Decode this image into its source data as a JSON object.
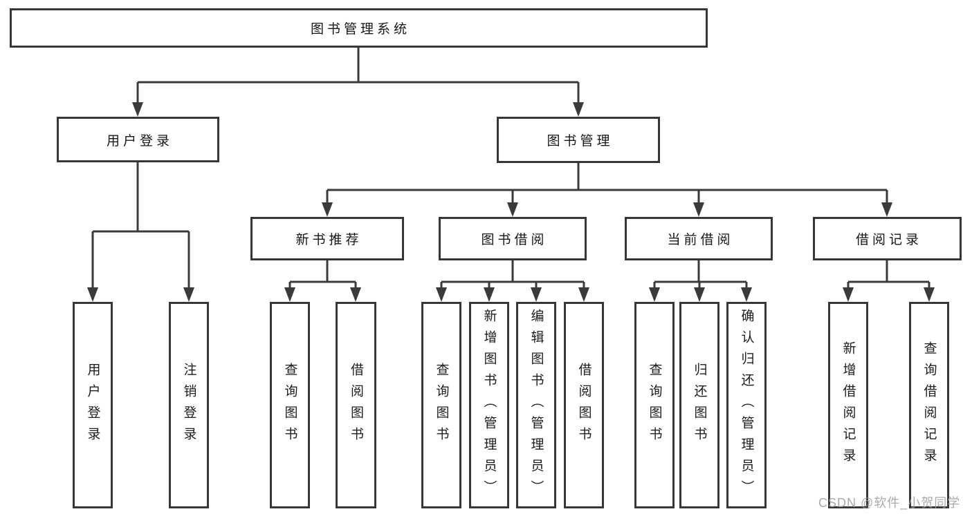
{
  "diagram": {
    "root": {
      "label": "图书管理系统"
    },
    "branches": [
      {
        "label": "用户登录",
        "children": [
          {
            "label": "用户登录"
          },
          {
            "label": "注销登录"
          }
        ]
      },
      {
        "label": "图书管理",
        "children": [
          {
            "label": "新书推荐",
            "children": [
              {
                "label": "查询图书"
              },
              {
                "label": "借阅图书"
              }
            ]
          },
          {
            "label": "图书借阅",
            "children": [
              {
                "label": "查询图书"
              },
              {
                "label": "新增图书（管理员）"
              },
              {
                "label": "编辑图书（管理员）"
              },
              {
                "label": "借阅图书"
              }
            ]
          },
          {
            "label": "当前借阅",
            "children": [
              {
                "label": "查询图书"
              },
              {
                "label": "归还图书"
              },
              {
                "label": "确认归还（管理员）"
              }
            ]
          },
          {
            "label": "借阅记录",
            "children": [
              {
                "label": "新增借阅记录"
              },
              {
                "label": "查询借阅记录"
              }
            ]
          }
        ]
      }
    ]
  },
  "watermark": {
    "text": "CSDN @软件_小贺同学"
  },
  "colors": {
    "line": "#3a3a3a",
    "box_border": "#363636",
    "text": "#161616",
    "background": "#ffffff",
    "watermark": "#9e9e9e"
  }
}
